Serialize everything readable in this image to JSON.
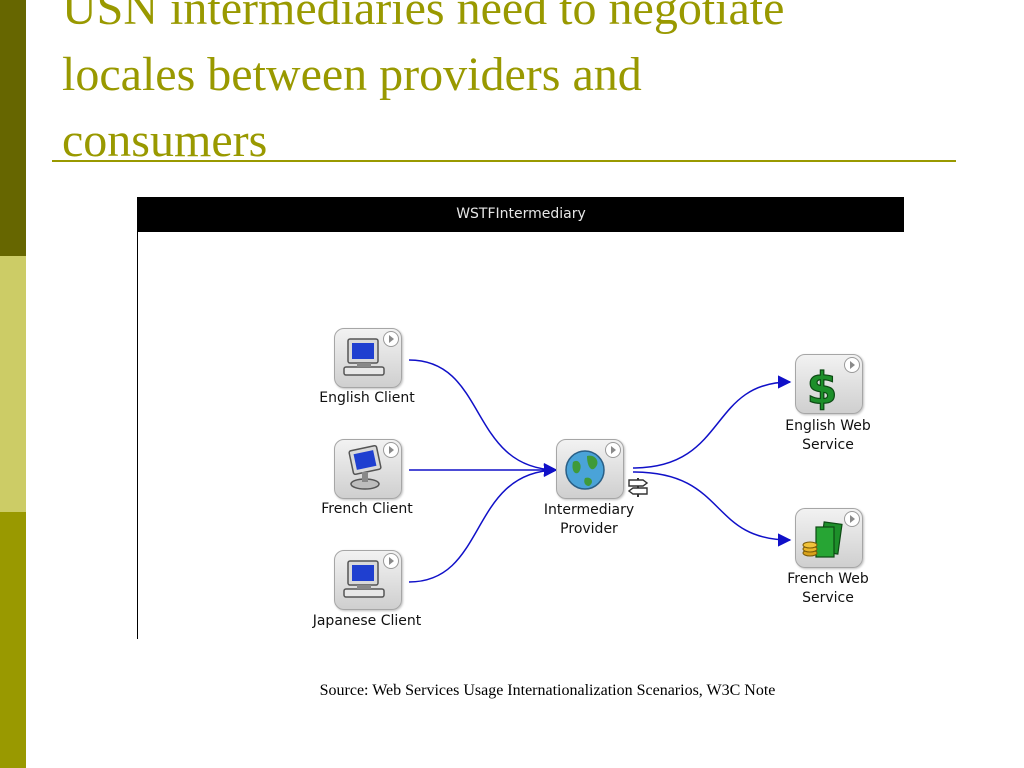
{
  "slide": {
    "title": "USN intermediaries need to negotiate\nlocales between providers and\nconsumers",
    "caption": "Source: Web Services Usage Internationalization Scenarios, W3C Note"
  },
  "figure": {
    "window_title": "WSTFIntermediary",
    "nodes": {
      "english_client": "English Client",
      "french_client": "French Client",
      "japanese_client": "Japanese Client",
      "intermediary_provider": "Intermediary\nProvider",
      "english_web_service": "English Web\nService",
      "french_web_service": "French Web\nService"
    },
    "icons": {
      "english_client": "computer-icon",
      "french_client": "computer-icon",
      "japanese_client": "computer-icon",
      "intermediary_provider": "globe-icon",
      "english_web_service": "dollar-sign-icon",
      "french_web_service": "money-stack-icon",
      "transform": "signpost-icon"
    },
    "edges": [
      {
        "from": "English Client",
        "to": "Intermediary Provider"
      },
      {
        "from": "French Client",
        "to": "Intermediary Provider"
      },
      {
        "from": "Japanese Client",
        "to": "Intermediary Provider"
      },
      {
        "from": "Intermediary Provider",
        "to": "English Web Service"
      },
      {
        "from": "Intermediary Provider",
        "to": "French Web Service"
      }
    ],
    "colors": {
      "edge": "#1010c8",
      "title_text": "#999900",
      "bar_dark": "#666600",
      "bar_light": "#cccc66",
      "bar_mid": "#999900"
    }
  }
}
